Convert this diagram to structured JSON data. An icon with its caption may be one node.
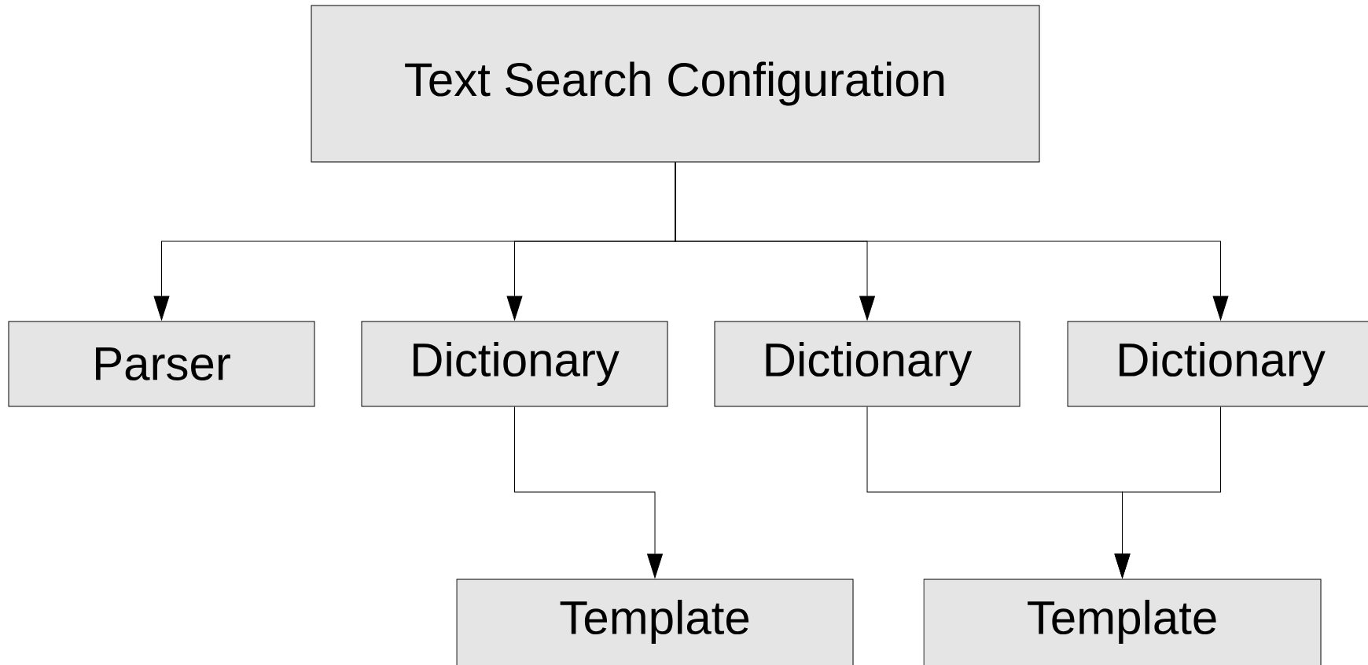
{
  "diagram": {
    "nodes": [
      {
        "text": [
          "Text Search Configuration"
        ]
      },
      {
        "text": [
          "Parser"
        ]
      },
      {
        "text": [
          "Dictionary"
        ]
      },
      {
        "text": [
          "Dictionary"
        ]
      },
      {
        "text": [
          "Dictionary"
        ]
      },
      {
        "text": [
          "Template"
        ]
      },
      {
        "text": [
          "Template"
        ]
      }
    ],
    "edges": [
      {
        "from": 0,
        "to": 1,
        "arrow": "to"
      },
      {
        "from": 0,
        "to": 2,
        "arrow": "to"
      },
      {
        "from": 0,
        "to": 3,
        "arrow": "to"
      },
      {
        "from": 0,
        "to": 4,
        "arrow": "to"
      },
      {
        "from": 2,
        "to": 5,
        "arrow": "to"
      },
      {
        "from": 3,
        "to": 6,
        "arrow": "to"
      },
      {
        "from": 4,
        "to": 6,
        "arrow": "to"
      }
    ]
  }
}
